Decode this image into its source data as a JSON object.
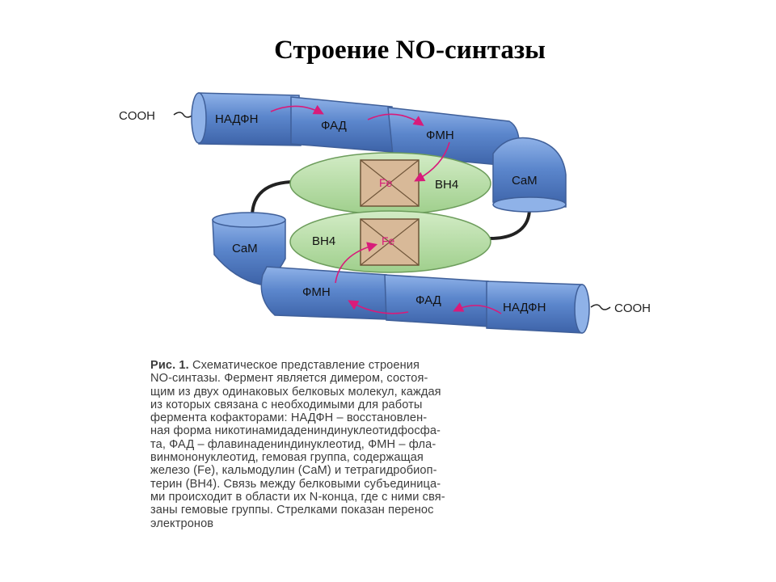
{
  "title": "Строение NO-синтазы",
  "diagram": {
    "cooh_left": "COOH",
    "cooh_right": "COOH",
    "top_chain": {
      "nadph": "НАДФН",
      "fad": "ФАД",
      "fmn": "ФМН",
      "cam": "CaM"
    },
    "bottom_chain": {
      "nadph": "НАДФН",
      "fad": "ФАД",
      "fmn": "ФМН",
      "cam": "CaM"
    },
    "top_oval": {
      "fe": "Fe",
      "bh4": "BH4"
    },
    "bottom_oval": {
      "fe": "Fe",
      "bh4": "BH4"
    },
    "colors": {
      "segment": "#5b86cc",
      "segment_edge": "#3f5f99",
      "oval": "#b8dba8",
      "heme_box": "#d8b998",
      "arrow": "#d81b7a",
      "fe_text": "#d81b7a"
    }
  },
  "caption": {
    "label": "Рис. 1.",
    "lines": [
      " Схематическое представление строения",
      "NO-синтазы. Фермент является димером, состоя-",
      "щим из двух одинаковых белковых молекул, каждая",
      "из которых связана с необходимыми для работы",
      "фермента кофакторами: НАДФН – восстановлен-",
      "ная форма никотинамидадениндинуклеотидфосфа-",
      "та, ФАД – флавинадениндинуклеотид, ФМН – фла-",
      "винмононуклеотид, гемовая группа, содержащая",
      "железо (Fe), кальмодулин (CaM) и тетрагидробиоп-",
      "терин (BH4). Связь между белковыми субъединица-",
      "ми происходит в области их N-конца, где с ними свя-",
      "заны гемовые группы. Стрелками показан перенос",
      "электронов"
    ]
  }
}
